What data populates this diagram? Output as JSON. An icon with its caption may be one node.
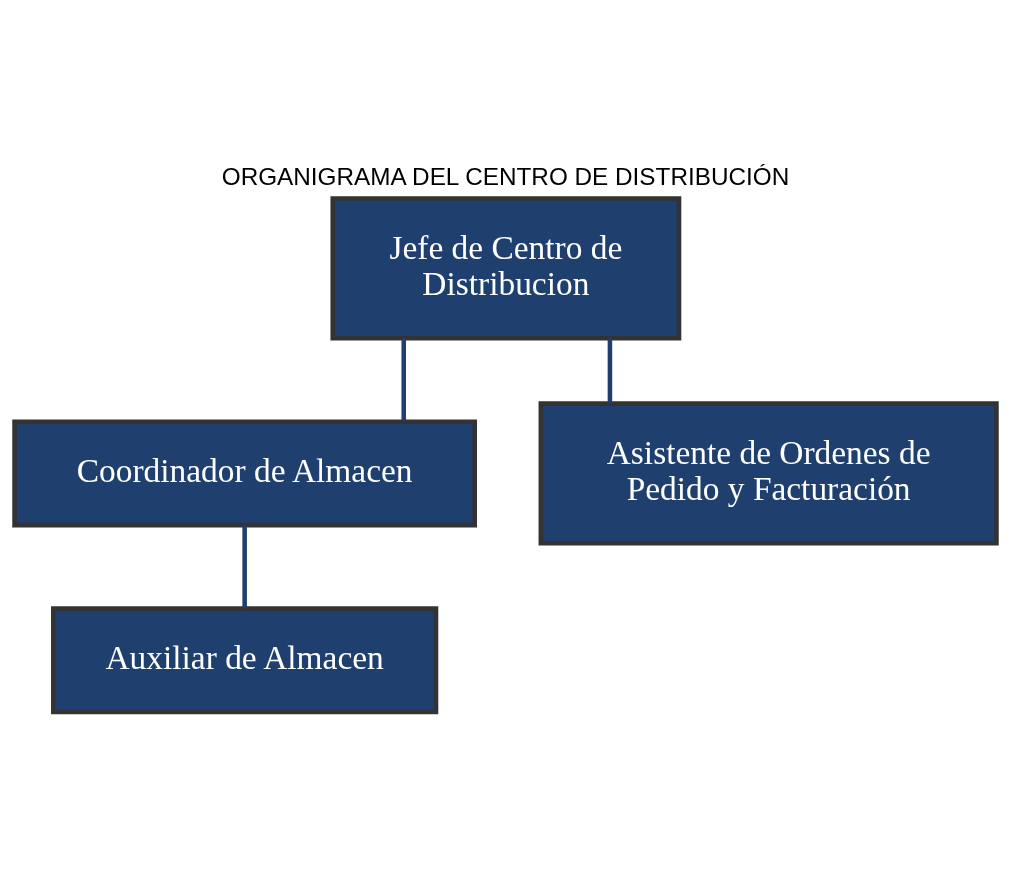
{
  "diagram": {
    "title": "ORGANIGRAMA DEL CENTRO DE DISTRIBUCIÓN",
    "nodes": [
      {
        "text": [
          "Jefe de Centro de Distribucion"
        ]
      },
      {
        "text": [
          "Coordinador de Almacen"
        ]
      },
      {
        "text": [
          "Asistente de Ordenes de Pedido y Facturación"
        ]
      },
      {
        "text": [
          "Auxiliar de Almacen"
        ]
      }
    ],
    "edges": [
      {
        "from": 0,
        "to": 1,
        "arrow": "none"
      },
      {
        "from": 0,
        "to": 2,
        "arrow": "none"
      },
      {
        "from": 1,
        "to": 3,
        "arrow": "none"
      }
    ]
  }
}
